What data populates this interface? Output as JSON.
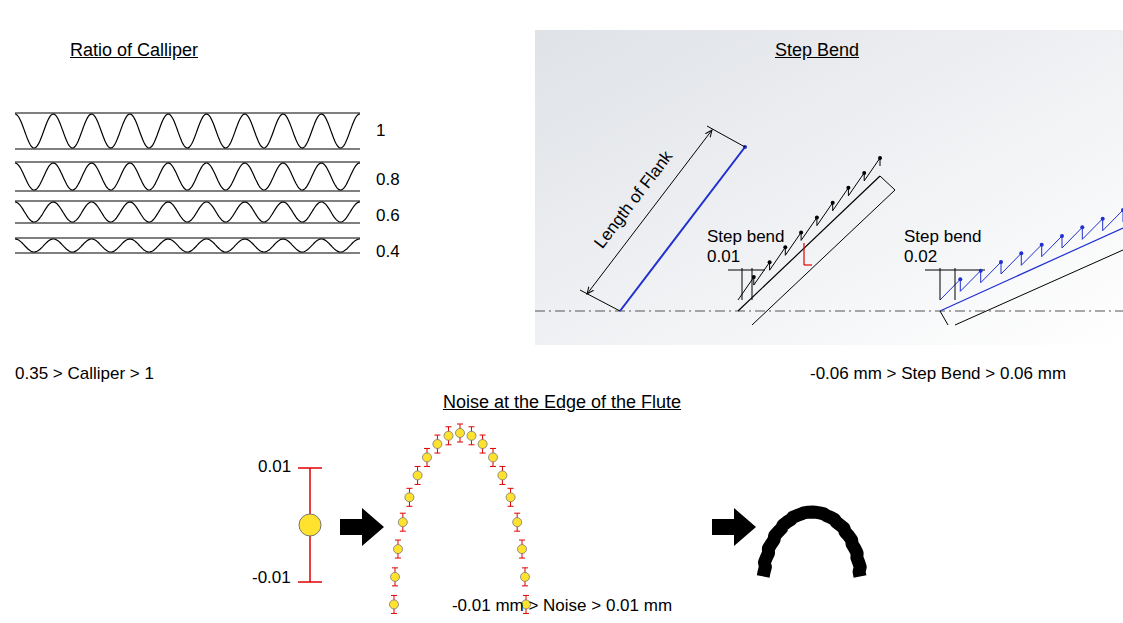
{
  "diagram": {
    "labels": [
      "Ratio of Calliper",
      "1",
      "0.8",
      "0.6",
      "0.4",
      "0.35 > Calliper > 1",
      "Step Bend",
      "Length of Flank",
      "Step bend 0.01",
      "Step bend 0.02",
      "-0.06 mm > Step Bend > 0.06 mm",
      "Noise at the Edge of the Flute",
      "0.01",
      "-0.01",
      "-0.01 mm > Noise > 0.01 mm"
    ]
  }
}
